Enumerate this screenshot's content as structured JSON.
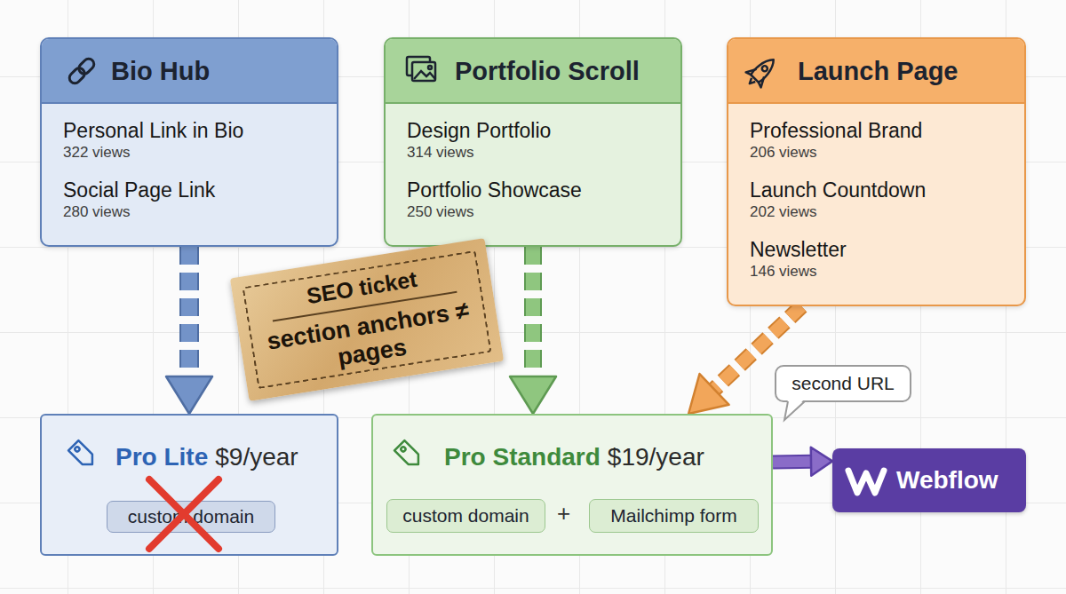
{
  "diagram": {
    "nodes": [
      {
        "text": [
          "Bio Hub",
          "Personal Link in Bio",
          "322 views",
          "Social Page Link",
          "280 views"
        ]
      },
      {
        "text": [
          "Portfolio Scroll",
          "Design Portfolio",
          "314 views",
          "Portfolio Showcase",
          "250 views"
        ]
      },
      {
        "text": [
          "Launch Page",
          "Professional Brand",
          "206 views",
          "Launch Countdown",
          "202 views",
          "Newsletter",
          "146 views"
        ]
      },
      {
        "text": [
          "SEO ticket",
          "section anchors ≠ pages"
        ]
      },
      {
        "text": [
          "Pro Lite",
          "$9/year"
        ]
      },
      {
        "text": [
          "custom domain"
        ],
        "in": 4
      },
      {
        "text": [
          "Pro Standard",
          "$19/year"
        ]
      },
      {
        "text": [
          "custom domain"
        ],
        "in": 6
      },
      {
        "text": [
          "Mailchimp form"
        ],
        "in": 6
      },
      {
        "text": [
          "second URL"
        ]
      },
      {
        "text": [
          "Webflow"
        ]
      }
    ],
    "edges": [
      {
        "from": 0,
        "to": 4,
        "arrow": "to"
      },
      {
        "from": 1,
        "to": 6,
        "arrow": "to"
      },
      {
        "from": 2,
        "to": 6,
        "arrow": "to"
      },
      {
        "from": 6,
        "to": 10,
        "arrow": "to"
      }
    ],
    "labels": [
      "+"
    ]
  }
}
